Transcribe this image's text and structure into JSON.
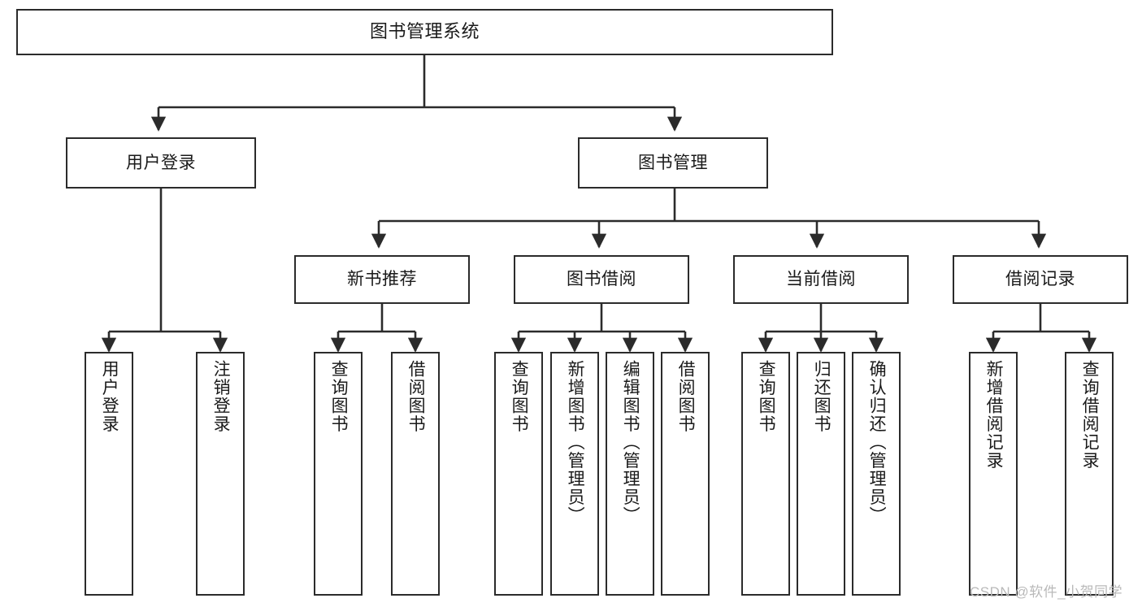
{
  "diagram": {
    "type": "tree",
    "title": "图书管理系统",
    "orientation": "top-down",
    "colors": {
      "box_border": "#2b2b2b",
      "box_fill": "#ffffff",
      "edge": "#2b2b2b",
      "text": "#1a1a1a",
      "watermark": "#b9b9b9"
    },
    "nodes": {
      "root": {
        "label": "图书管理系统",
        "level": 1
      },
      "user_login": {
        "label": "用户登录",
        "level": 2
      },
      "book_manage": {
        "label": "图书管理",
        "level": 2
      },
      "new_book_rec": {
        "label": "新书推荐",
        "level": 3
      },
      "book_borrow": {
        "label": "图书借阅",
        "level": 3
      },
      "current_borrow": {
        "label": "当前借阅",
        "level": 3
      },
      "borrow_record": {
        "label": "借阅记录",
        "level": 3
      },
      "leaf_user_login": {
        "label": "用户登录",
        "level": 4
      },
      "leaf_logout": {
        "label": "注销登录",
        "level": 4
      },
      "leaf_query_book_1": {
        "label": "查询图书",
        "level": 4
      },
      "leaf_borrow_book_1": {
        "label": "借阅图书",
        "level": 4
      },
      "leaf_query_book_2": {
        "label": "查询图书",
        "level": 4
      },
      "leaf_add_book": {
        "label": "新增图书（管理员）",
        "level": 4
      },
      "leaf_edit_book": {
        "label": "编辑图书（管理员）",
        "level": 4
      },
      "leaf_borrow_book_2": {
        "label": "借阅图书",
        "level": 4
      },
      "leaf_query_book_3": {
        "label": "查询图书",
        "level": 4
      },
      "leaf_return_book": {
        "label": "归还图书",
        "level": 4
      },
      "leaf_confirm_return": {
        "label": "确认归还（管理员）",
        "level": 4
      },
      "leaf_add_record": {
        "label": "新增借阅记录",
        "level": 4
      },
      "leaf_query_record": {
        "label": "查询借阅记录",
        "level": 4
      }
    },
    "edges": [
      {
        "from": "root",
        "to": "user_login"
      },
      {
        "from": "root",
        "to": "book_manage"
      },
      {
        "from": "book_manage",
        "to": "new_book_rec"
      },
      {
        "from": "book_manage",
        "to": "book_borrow"
      },
      {
        "from": "book_manage",
        "to": "current_borrow"
      },
      {
        "from": "book_manage",
        "to": "borrow_record"
      },
      {
        "from": "user_login",
        "to": "leaf_user_login"
      },
      {
        "from": "user_login",
        "to": "leaf_logout"
      },
      {
        "from": "new_book_rec",
        "to": "leaf_query_book_1"
      },
      {
        "from": "new_book_rec",
        "to": "leaf_borrow_book_1"
      },
      {
        "from": "book_borrow",
        "to": "leaf_query_book_2"
      },
      {
        "from": "book_borrow",
        "to": "leaf_add_book"
      },
      {
        "from": "book_borrow",
        "to": "leaf_edit_book"
      },
      {
        "from": "book_borrow",
        "to": "leaf_borrow_book_2"
      },
      {
        "from": "current_borrow",
        "to": "leaf_query_book_3"
      },
      {
        "from": "current_borrow",
        "to": "leaf_return_book"
      },
      {
        "from": "current_borrow",
        "to": "leaf_confirm_return"
      },
      {
        "from": "borrow_record",
        "to": "leaf_add_record"
      },
      {
        "from": "borrow_record",
        "to": "leaf_query_record"
      }
    ]
  },
  "watermark": {
    "text": "CSDN @软件_小贺同学"
  }
}
